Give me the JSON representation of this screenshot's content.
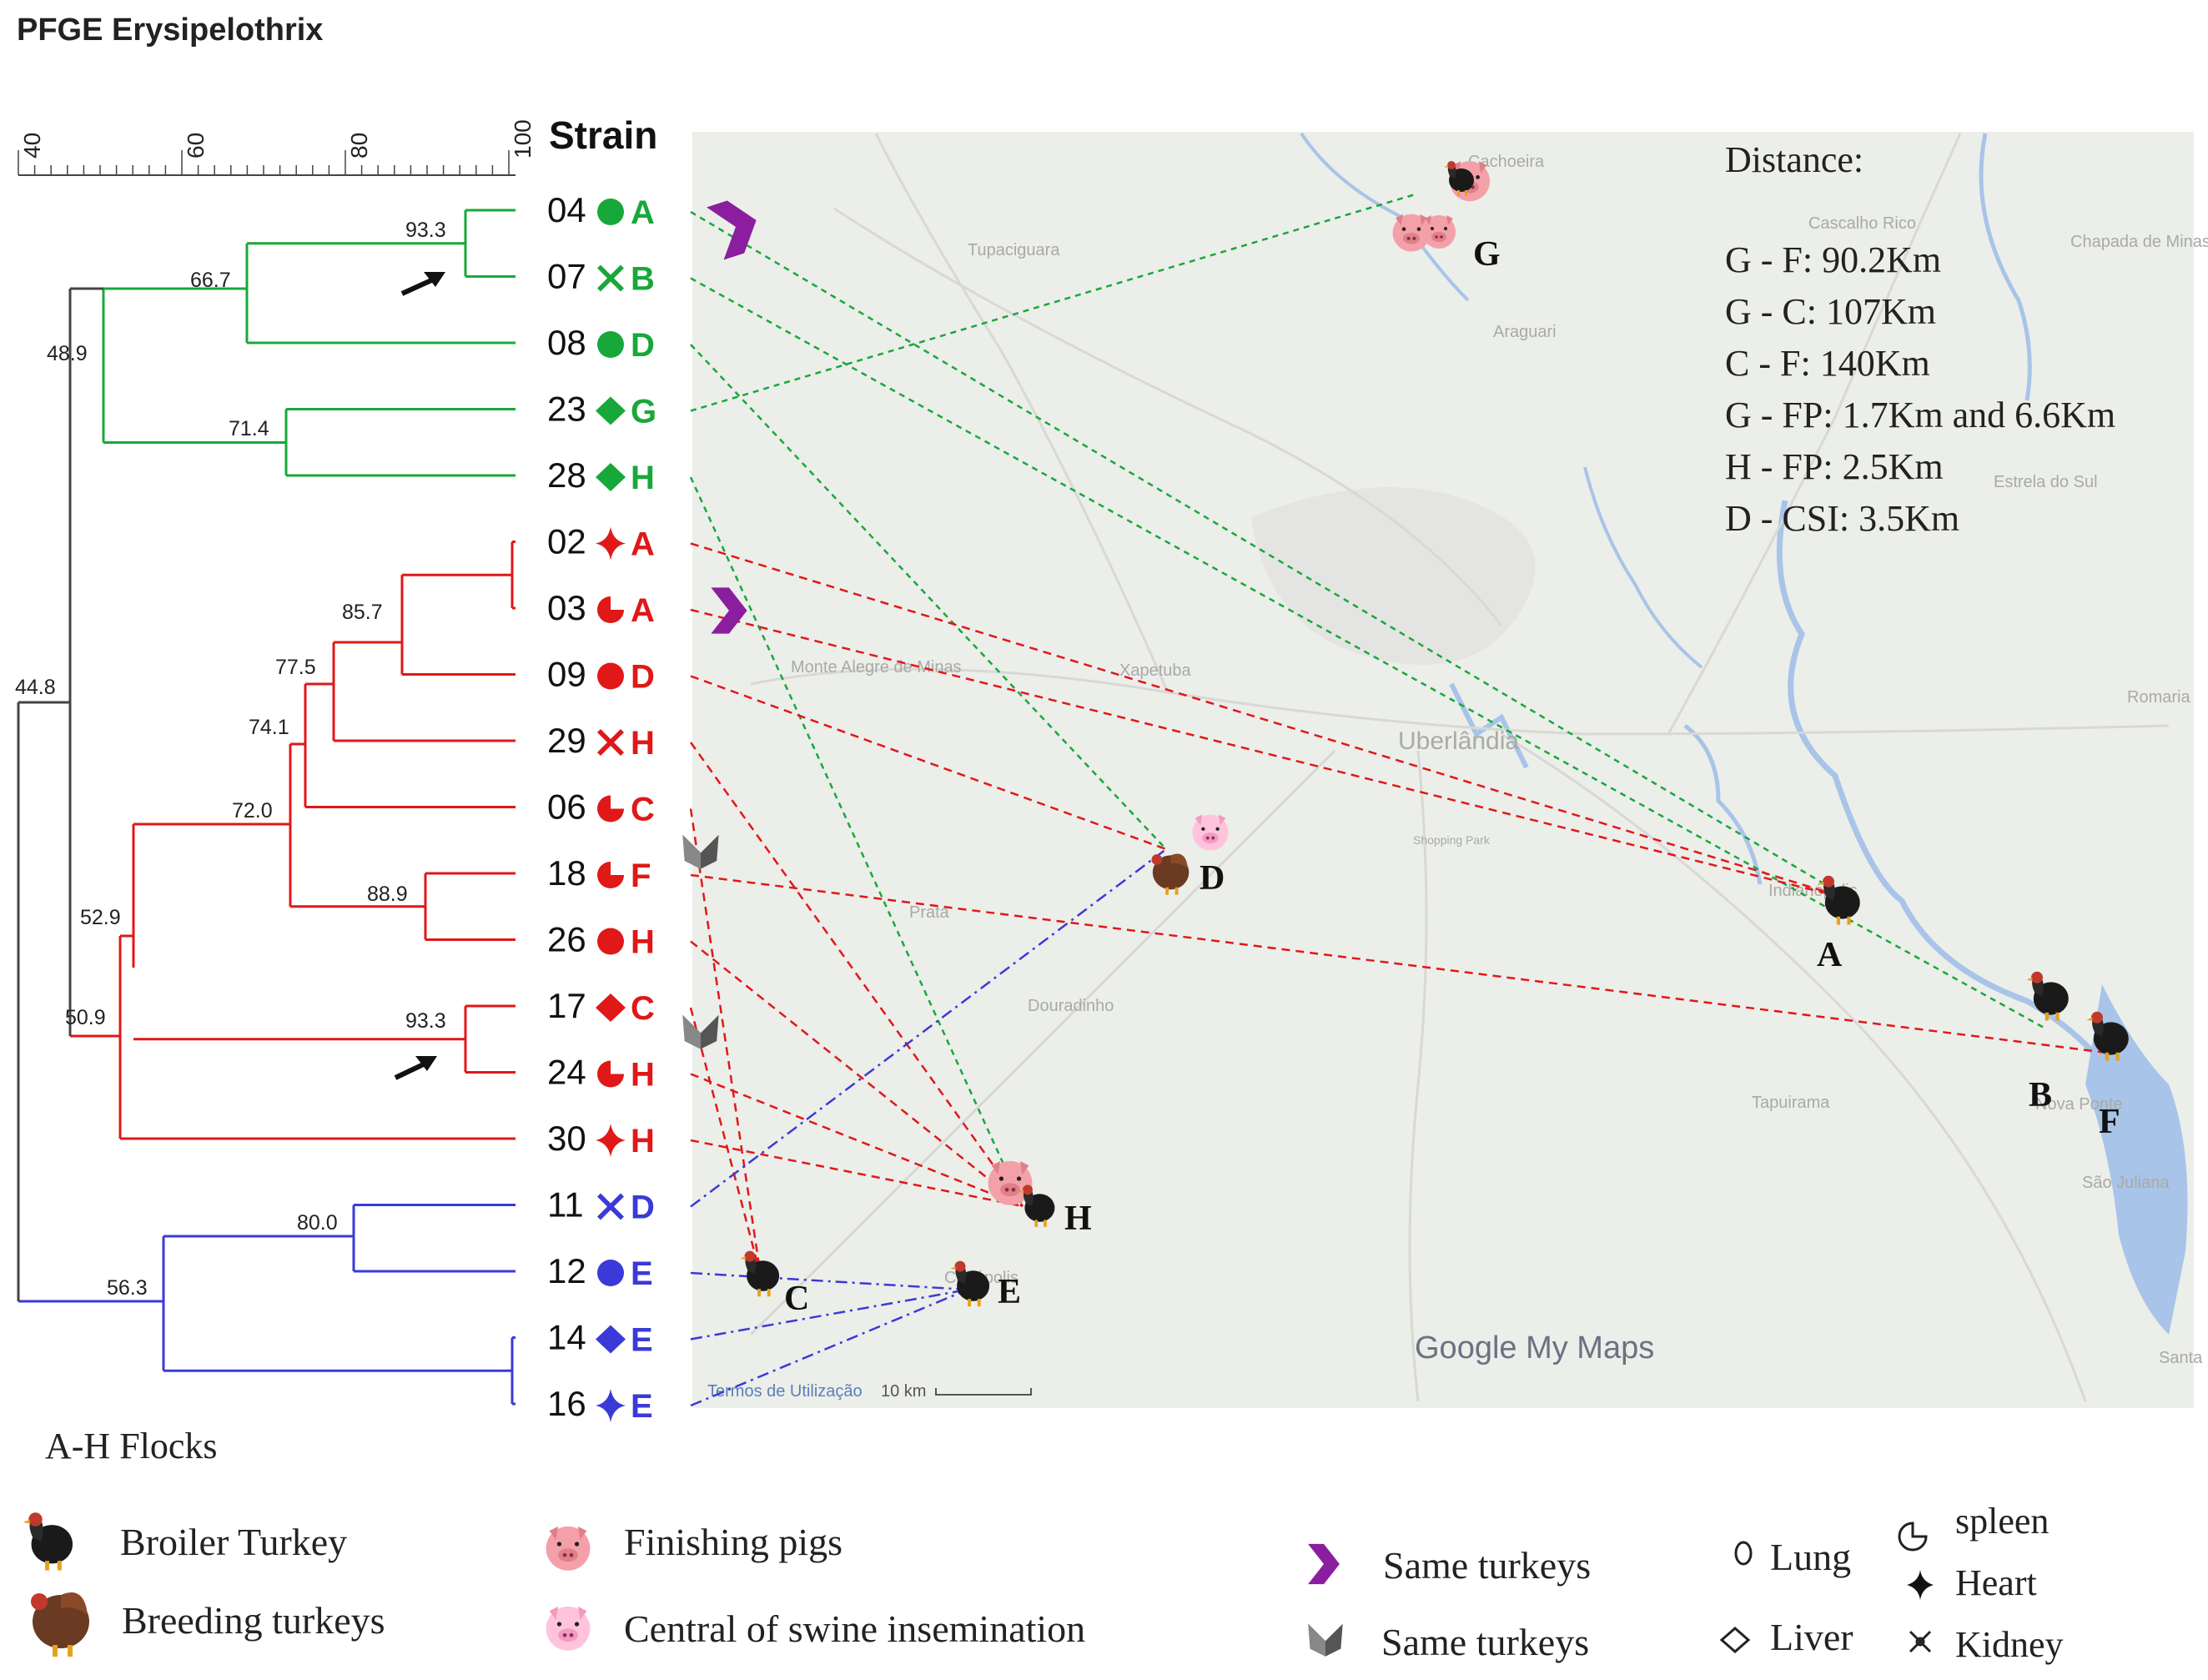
{
  "title": "PFGE Erysipelothrix",
  "scale": {
    "ticks": [
      "40",
      "60",
      "80",
      "100"
    ]
  },
  "strain_header": "Strain",
  "strains": [
    {
      "id": "04",
      "tissue": "lung",
      "flock": "A",
      "color": "#18a83a"
    },
    {
      "id": "07",
      "tissue": "kidney",
      "flock": "B",
      "color": "#18a83a"
    },
    {
      "id": "08",
      "tissue": "lung",
      "flock": "D",
      "color": "#18a83a"
    },
    {
      "id": "23",
      "tissue": "liver",
      "flock": "G",
      "color": "#18a83a"
    },
    {
      "id": "28",
      "tissue": "liver",
      "flock": "H",
      "color": "#18a83a"
    },
    {
      "id": "02",
      "tissue": "heart",
      "flock": "A",
      "color": "#e01818"
    },
    {
      "id": "03",
      "tissue": "spleen",
      "flock": "A",
      "color": "#e01818"
    },
    {
      "id": "09",
      "tissue": "lung",
      "flock": "D",
      "color": "#e01818"
    },
    {
      "id": "29",
      "tissue": "kidney",
      "flock": "H",
      "color": "#e01818"
    },
    {
      "id": "06",
      "tissue": "spleen",
      "flock": "C",
      "color": "#e01818"
    },
    {
      "id": "18",
      "tissue": "spleen",
      "flock": "F",
      "color": "#e01818"
    },
    {
      "id": "26",
      "tissue": "lung",
      "flock": "H",
      "color": "#e01818"
    },
    {
      "id": "17",
      "tissue": "liver",
      "flock": "C",
      "color": "#e01818"
    },
    {
      "id": "24",
      "tissue": "spleen",
      "flock": "H",
      "color": "#e01818"
    },
    {
      "id": "30",
      "tissue": "heart",
      "flock": "H",
      "color": "#e01818"
    },
    {
      "id": "11",
      "tissue": "kidney",
      "flock": "D",
      "color": "#3a3ad8"
    },
    {
      "id": "12",
      "tissue": "lung",
      "flock": "E",
      "color": "#3a3ad8"
    },
    {
      "id": "14",
      "tissue": "liver",
      "flock": "E",
      "color": "#3a3ad8"
    },
    {
      "id": "16",
      "tissue": "heart",
      "flock": "E",
      "color": "#3a3ad8"
    }
  ],
  "similarity": [
    "93.3",
    "66.7",
    "48.9",
    "71.4",
    "85.7",
    "77.5",
    "74.1",
    "72.0",
    "88.9",
    "93.3",
    "52.9",
    "50.9",
    "44.8",
    "80.0",
    "56.3"
  ],
  "map": {
    "sites": [
      {
        "label": "A",
        "animals": "broiler turkey"
      },
      {
        "label": "B",
        "animals": "broiler turkey"
      },
      {
        "label": "C",
        "animals": "broiler turkey"
      },
      {
        "label": "D",
        "animals": "breeding turkeys, central of swine insemination"
      },
      {
        "label": "E",
        "animals": "broiler turkey"
      },
      {
        "label": "F",
        "animals": "broiler turkey"
      },
      {
        "label": "G",
        "animals": "finishing pigs, broiler turkey"
      },
      {
        "label": "H",
        "animals": "finishing pigs, broiler turkey"
      }
    ],
    "place_names": [
      "Tupaciguara",
      "Araguari",
      "Cascalho Rico",
      "Chapada de Minas",
      "Estrela do Sul",
      "Monte Alegre de Minas",
      "Xapetuba",
      "Uberlândia",
      "Shopping Park",
      "Douradinho",
      "Indianópolis",
      "Tapuirama",
      "Nova Ponte",
      "Romaria",
      "São Juliana",
      "Santa",
      "Cachoeira",
      "Canápolis",
      "Prata"
    ],
    "distance_title": "Distance:",
    "distances": [
      "G - F: 90.2Km",
      "G - C: 107Km",
      "C - F: 140Km",
      "G - FP: 1.7Km and 6.6Km",
      "H - FP: 2.5Km",
      "D - CSI: 3.5Km"
    ],
    "brand": "Google My Maps",
    "terms": "Termos de Utilização",
    "scale_label": "10 km"
  },
  "legend": {
    "flocks": "A-H Flocks",
    "broiler": "Broiler Turkey",
    "breeding": "Breeding turkeys",
    "finishing": "Finishing pigs",
    "csi": "Central of swine insemination",
    "same1": "Same turkeys",
    "same2": "Same turkeys",
    "lung": "Lung",
    "liver": "Liver",
    "spleen": "spleen",
    "heart": "Heart",
    "kidney": "Kidney"
  },
  "colors": {
    "green": "#18a83a",
    "red": "#e01818",
    "blue": "#3a3ad8",
    "purple": "#8b1e9e",
    "gray": "#555555"
  }
}
